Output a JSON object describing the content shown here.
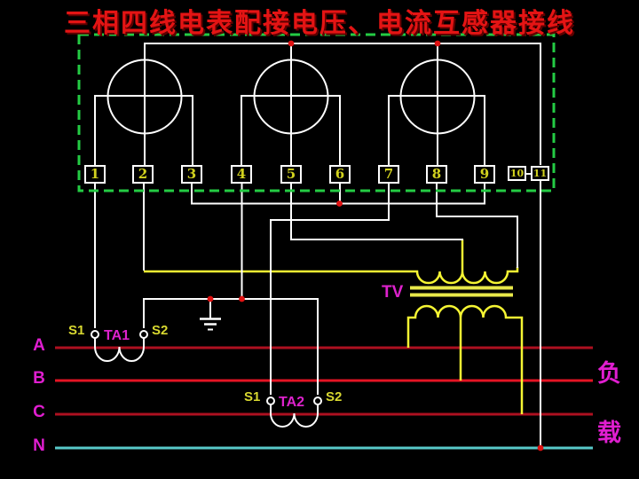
{
  "title": "三相四线电表配接电压、电流互感器接线",
  "meter": {
    "terminals": [
      "1",
      "2",
      "3",
      "4",
      "5",
      "6",
      "7",
      "8",
      "9",
      "10",
      "11"
    ]
  },
  "voltage_transformer": {
    "label": "TV"
  },
  "current_transformers": {
    "ta1": {
      "label": "TA1",
      "s1": "S1",
      "s2": "S2"
    },
    "ta2": {
      "label": "TA2",
      "s1": "S1",
      "s2": "S2"
    }
  },
  "phases": {
    "a": "A",
    "b": "B",
    "c": "C",
    "n": "N"
  },
  "load": {
    "line1": "负",
    "line2": "载"
  },
  "colors": {
    "background": "#000000",
    "title_red": "#e41414",
    "meter_box_dashed_green": "#24cb44",
    "wire_white": "#ffffff",
    "wire_yellow": "#f5f533",
    "transformer_yellow": "#e8e84a",
    "phase_a_c_red": "#ad1020",
    "phase_b_red": "#e41424",
    "neutral_cyan": "#58caca",
    "junction_dot_red": "#e01212",
    "terminal_number_yellow": "#d2d21e",
    "label_magenta": "#dd22cc",
    "label_yellow": "#d8d830",
    "phase_label_magenta": "#e01ed0"
  }
}
